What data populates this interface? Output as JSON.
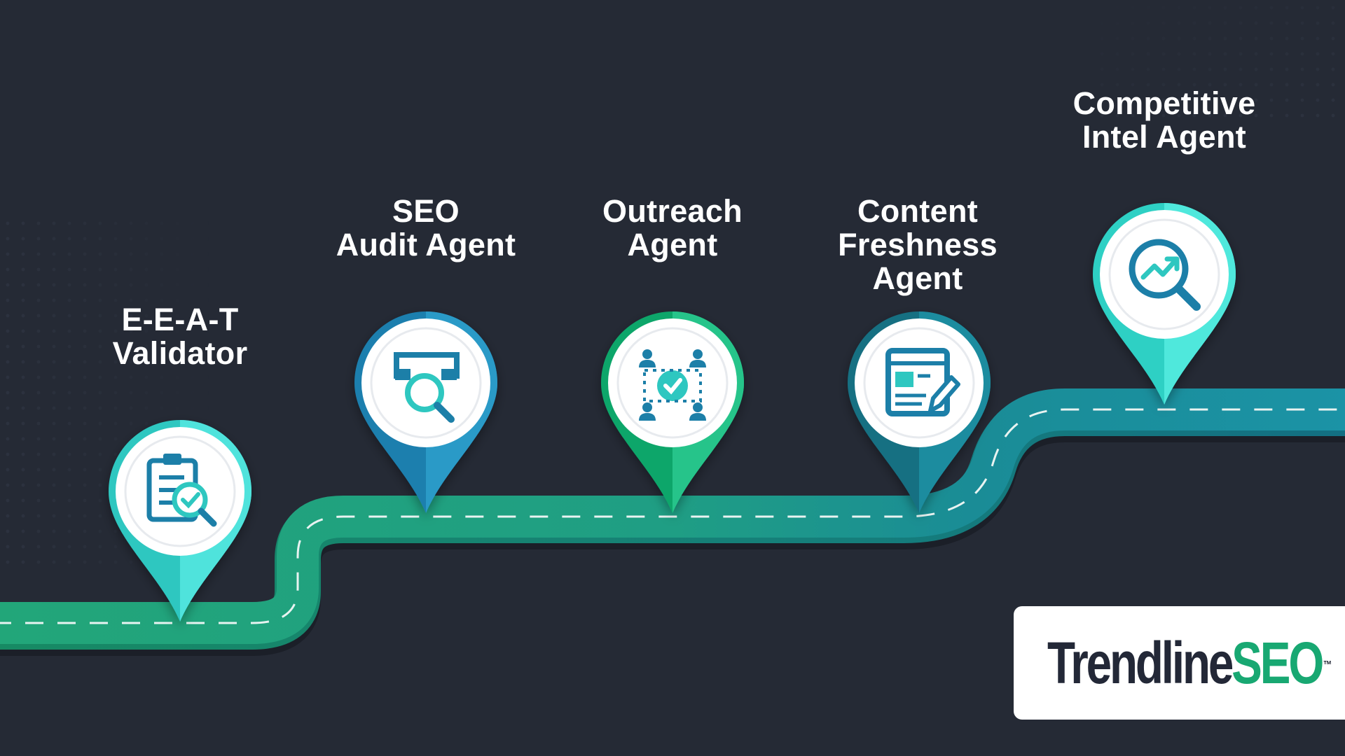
{
  "colors": {
    "background": "#252a35",
    "road_green": "#22a07a",
    "road_teal": "#1d93a6",
    "lane_dash": "#e8f3f1",
    "pin_white": "#ffffff",
    "brand_dark": "#232837",
    "brand_green": "#18a872"
  },
  "milestones": [
    {
      "id": "eeat",
      "title_lines": [
        "E-E-A-T",
        "Validator"
      ],
      "icon": "clipboard-check-icon",
      "pin_colors": [
        "#2fc7c0",
        "#4fe3dc"
      ],
      "icon_color": "#1f7fa8"
    },
    {
      "id": "seo-audit",
      "title_lines": [
        "SEO",
        "Audit Agent"
      ],
      "icon": "search-audit-icon",
      "pin_colors": [
        "#1c7fae",
        "#2b9ac7"
      ],
      "icon_color": "#1f7fa8"
    },
    {
      "id": "outreach",
      "title_lines": [
        "Outreach",
        "Agent"
      ],
      "icon": "team-network-icon",
      "pin_colors": [
        "#11a66b",
        "#27c48a"
      ],
      "icon_color": "#1f7fa8"
    },
    {
      "id": "content-freshness",
      "title_lines": [
        "Content",
        "Freshness",
        "Agent"
      ],
      "icon": "document-edit-icon",
      "pin_colors": [
        "#156f82",
        "#1d8c9f"
      ],
      "icon_color": "#1f7fa8"
    },
    {
      "id": "competitive-intel",
      "title_lines": [
        "Competitive",
        "Intel Agent"
      ],
      "icon": "trend-magnifier-icon",
      "pin_colors": [
        "#2fd0c4",
        "#4fe8dc"
      ],
      "icon_color": "#1f7fa8"
    }
  ],
  "brand": {
    "name": "Trendline",
    "accent": "SEO",
    "trademark": "™"
  }
}
